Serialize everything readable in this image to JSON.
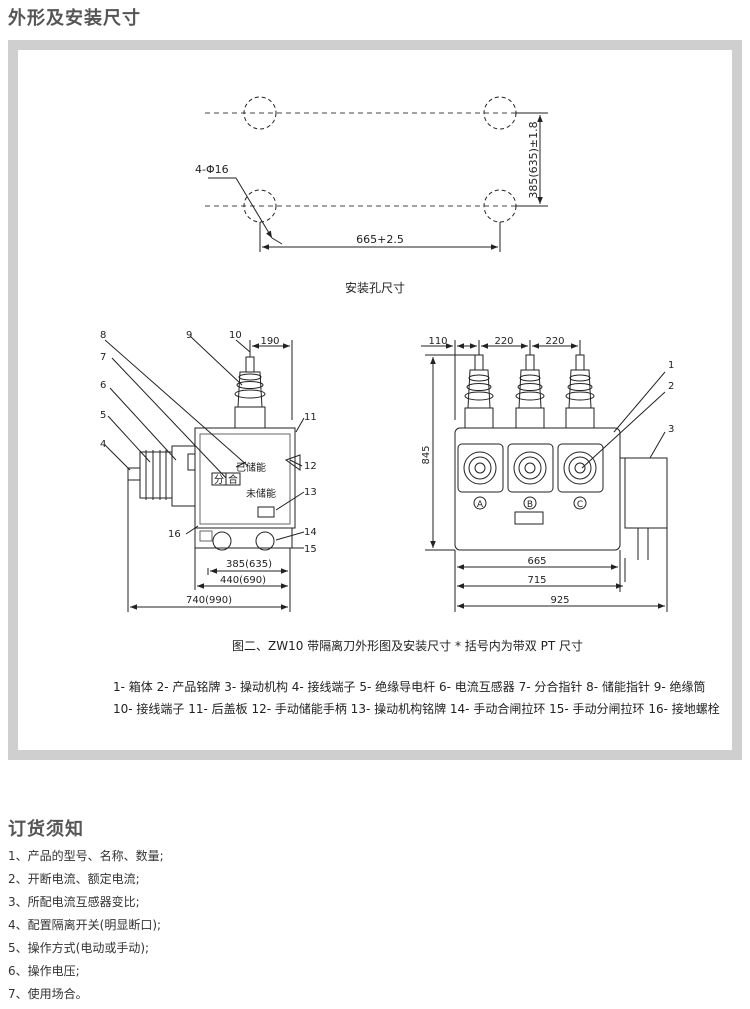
{
  "section1": {
    "title": "外形及安装尺寸"
  },
  "mounting": {
    "holes_label": "4-Φ16",
    "horizontal_dim": "665+2.5",
    "vertical_dim": "385(635)±1.8",
    "caption": "安装孔尺寸"
  },
  "side_view": {
    "numbers": [
      "8",
      "9",
      "10",
      "7",
      "6",
      "5",
      "4",
      "11",
      "12",
      "13",
      "14",
      "15",
      "16"
    ],
    "dims": {
      "top": "190",
      "d1": "385(635)",
      "d2": "440(690)",
      "d3": "740(990)"
    },
    "panel": {
      "charged": "已储能",
      "open": "分",
      "close": "合",
      "uncharged": "未储能"
    }
  },
  "front_view": {
    "numbers": [
      "1",
      "2",
      "3"
    ],
    "phases": [
      "A",
      "B",
      "C"
    ],
    "dims": {
      "left": "110",
      "span1": "220",
      "span2": "220",
      "height": "845",
      "w1": "665",
      "w2": "715",
      "w3": "925"
    }
  },
  "figure_caption": "图二、ZW10 带隔离刀外形图及安装尺寸 * 括号内为带双 PT 尺寸",
  "legend": {
    "line1": "1- 箱体 2- 产品铭牌 3- 操动机构 4- 接线端子 5- 绝缘导电杆 6- 电流互感器 7- 分合指针 8- 储能指针 9- 绝缘筒",
    "line2": "10- 接线端子 11- 后盖板 12- 手动储能手柄 13- 操动机构铭牌 14- 手动合闸拉环 15- 手动分闸拉环 16- 接地螺栓"
  },
  "section2": {
    "title": "订货须知"
  },
  "order_items": [
    "1、产品的型号、名称、数量;",
    "2、开断电流、额定电流;",
    "3、所配电流互感器变比;",
    "4、配置隔离开关(明显断口);",
    "5、操作方式(电动或手动);",
    "6、操作电压;",
    "7、使用场合。"
  ]
}
